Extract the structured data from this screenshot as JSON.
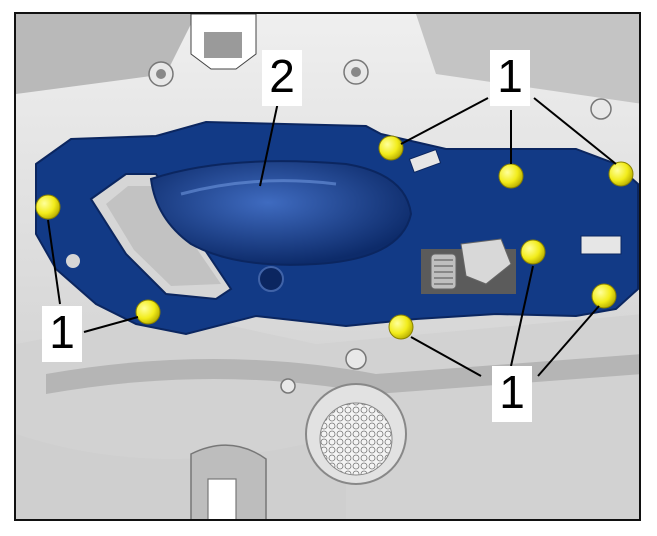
{
  "callouts": {
    "label_top": "1",
    "label_left": "1",
    "label_bottom": "1",
    "label_handle": "2"
  },
  "colors": {
    "bracket": "#123a86",
    "bracket_dark": "#0b2660",
    "screw": "#f2ec1a",
    "door_panel": "#d9d9d9",
    "border": "#111111"
  }
}
